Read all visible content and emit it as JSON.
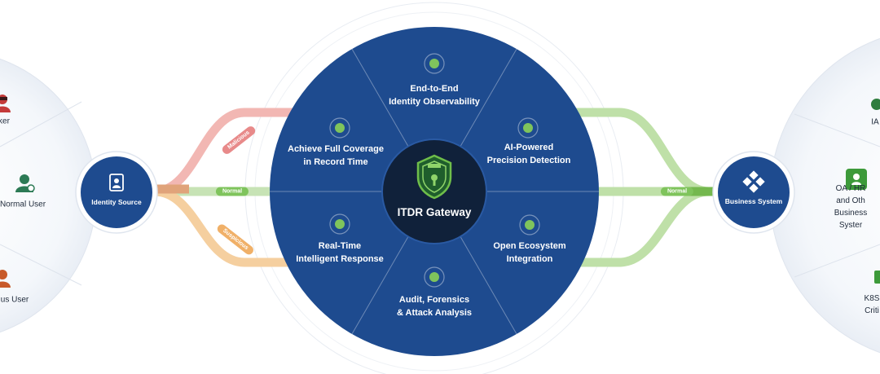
{
  "gateway": {
    "title": "ITDR Gateway"
  },
  "segments": [
    {
      "id": "observability",
      "label": "End-to-End\nIdentity Observability",
      "icon": "eye-icon"
    },
    {
      "id": "detection",
      "label": "AI-Powered\nPrecision Detection",
      "icon": "robot-icon"
    },
    {
      "id": "ecosystem",
      "label": "Open Ecosystem\nIntegration",
      "icon": "grid-icon"
    },
    {
      "id": "audit",
      "label": "Audit, Forensics\n& Attack Analysis",
      "icon": "magnifier-icon"
    },
    {
      "id": "response",
      "label": "Real-Time\nIntelligent Response",
      "icon": "shield-icon"
    },
    {
      "id": "coverage",
      "label": "Achieve Full Coverage\nin Record Time",
      "icon": "lightning-icon"
    }
  ],
  "identity_source": {
    "label": "Identity Source",
    "icon": "id-badge-icon"
  },
  "business_system": {
    "label": "Business System",
    "icon": "diamond-icon"
  },
  "routes": {
    "malicious": "Malicious",
    "normal_left": "Normal",
    "suspicious": "Suspicious",
    "normal_right": "Normal"
  },
  "left_users": [
    {
      "label": "ker",
      "icon": "attacker-icon"
    },
    {
      "label": "Normal User",
      "icon": "user-icon"
    },
    {
      "label": "us User",
      "icon": "suspicious-user-icon"
    }
  ],
  "right_systems": [
    {
      "label": "IA",
      "icon": "key-icon"
    },
    {
      "label": "OA / HR and Oth\nBusiness Syster",
      "icon": "server-icon"
    },
    {
      "label": "K8S\nCriti",
      "icon": "container-icon"
    }
  ],
  "colors": {
    "navy": "#1e4b8f",
    "navy_dark": "#173c76",
    "center": "#10213a",
    "green": "#7fc45c",
    "red": "#e88a8a",
    "orange": "#f0b068",
    "divider": "#ffffff"
  }
}
